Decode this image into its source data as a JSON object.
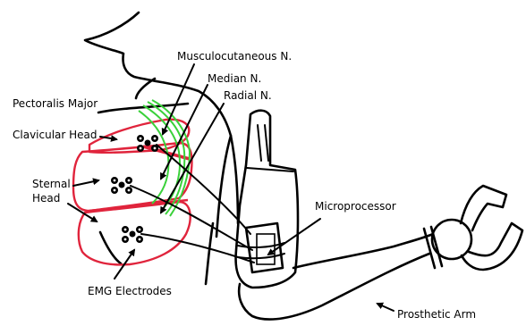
{
  "labels": {
    "musculocutaneous": "Musculocutaneous N.",
    "median": "Median N.",
    "radial": "Radial N.",
    "pectoralis_major": "Pectoralis Major",
    "clavicular_head": "Clavicular Head",
    "sternal_line1": "Sternal",
    "sternal_line2": "Head",
    "microprocessor": "Microprocessor",
    "emg_electrodes": "EMG Electrodes",
    "prosthetic_arm": "Prosthetic Arm"
  },
  "colors": {
    "muscle_outline": "#e0243c",
    "nerve": "#3ad13a",
    "line": "#000000",
    "fill": "#ffffff"
  },
  "icons": [
    "electrode-icon",
    "electrode-icon",
    "electrode-icon",
    "electrode-icon"
  ]
}
